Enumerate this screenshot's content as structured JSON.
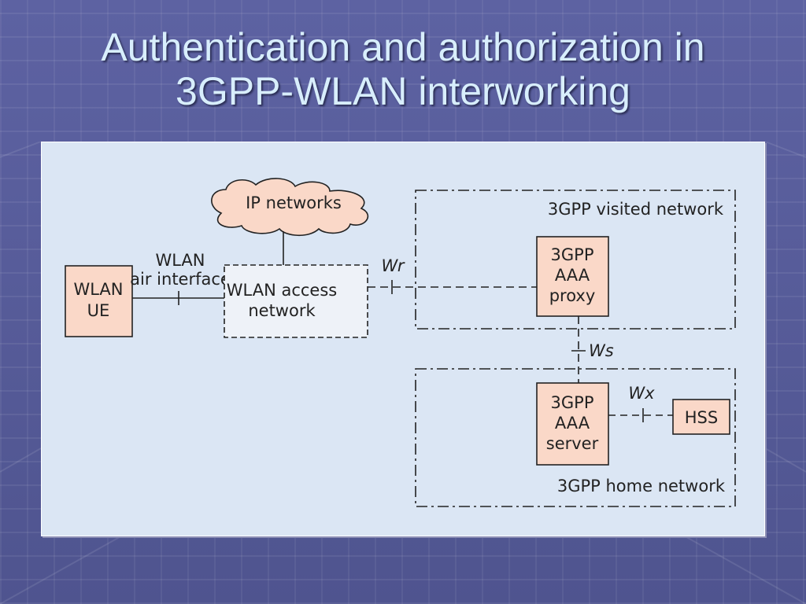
{
  "slide": {
    "title_line1": "Authentication and authorization in",
    "title_line2": "3GPP-WLAN interworking"
  },
  "diagram": {
    "nodes": {
      "wlan_ue": [
        "WLAN",
        "UE"
      ],
      "wlan_access_network": [
        "WLAN access",
        "network"
      ],
      "ip_networks": "IP networks",
      "aaa_proxy": [
        "3GPP",
        "AAA",
        "proxy"
      ],
      "aaa_server": [
        "3GPP",
        "AAA",
        "server"
      ],
      "hss": "HSS"
    },
    "regions": {
      "visited_network": "3GPP visited network",
      "home_network": "3GPP home network"
    },
    "links": {
      "air_interface": [
        "WLAN",
        "air interface"
      ],
      "wr": "Wr",
      "ws": "Ws",
      "wx": "Wx"
    }
  },
  "colors": {
    "slide_bg": "#5a5f9c",
    "title_text": "#d8eefc",
    "panel_bg": "#dbe6f4",
    "box_fill": "#fad8c8",
    "cloud_fill": "#fad8c8",
    "access_fill": "#eef2f8"
  }
}
